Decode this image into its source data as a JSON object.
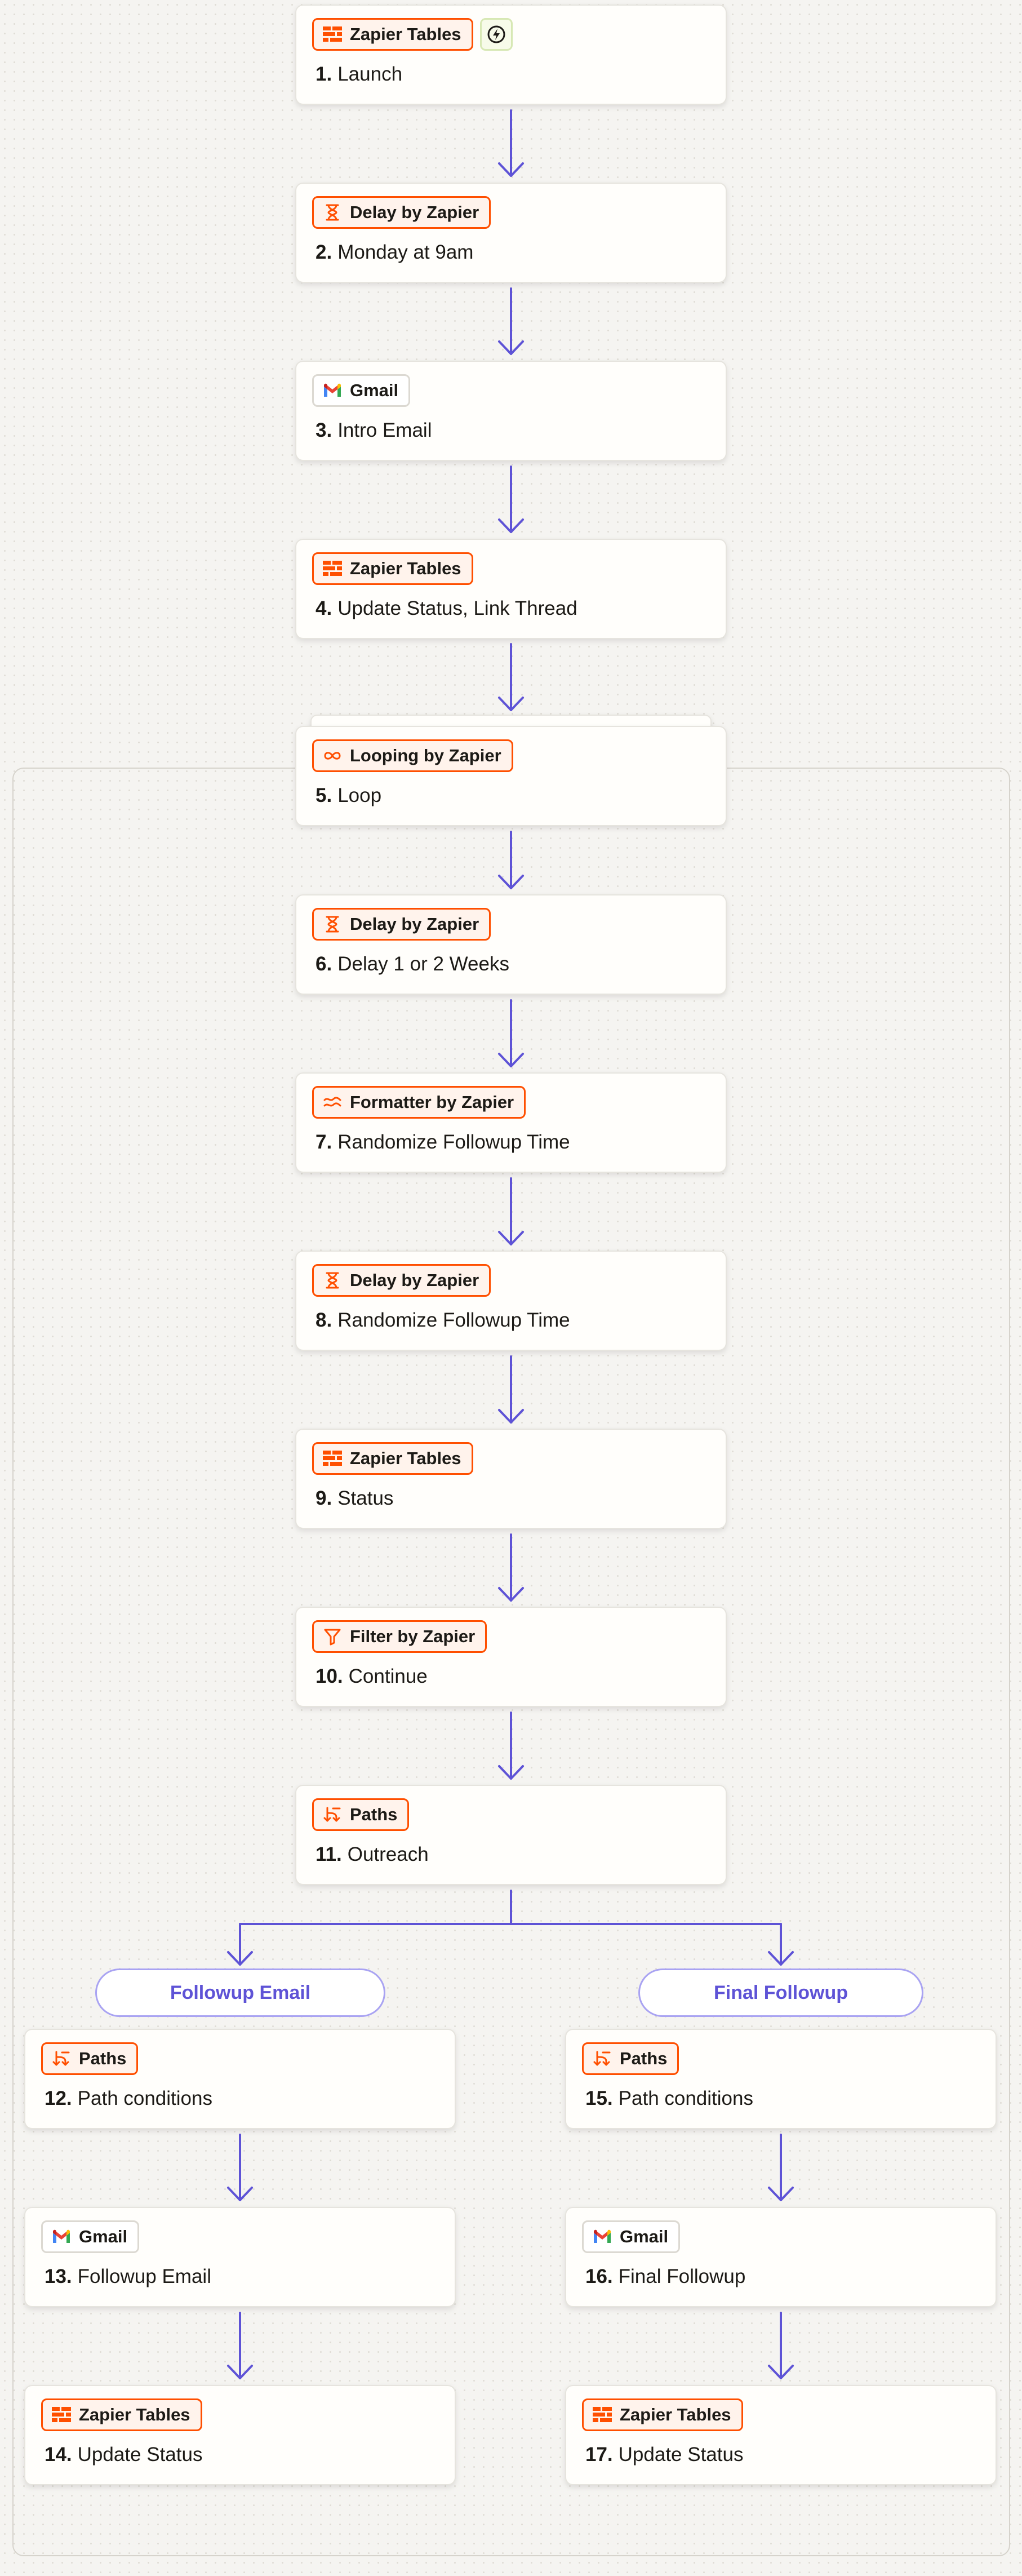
{
  "colors": {
    "accent_connector": "#5e53d6",
    "zapier_orange": "#ff4f00",
    "branch_border": "#a9a3f2",
    "trigger_green": "#d7e8b4"
  },
  "steps": [
    {
      "number": "1.",
      "app": "Zapier Tables",
      "title": "Launch",
      "icon": "tables-icon",
      "trigger_icon": "instant-trigger-icon"
    },
    {
      "number": "2.",
      "app": "Delay by Zapier",
      "title": "Monday at 9am",
      "icon": "hourglass-icon"
    },
    {
      "number": "3.",
      "app": "Gmail",
      "title": "Intro Email",
      "icon": "gmail-icon"
    },
    {
      "number": "4.",
      "app": "Zapier Tables",
      "title": "Update Status, Link Thread",
      "icon": "tables-icon"
    },
    {
      "number": "5.",
      "app": "Looping by Zapier",
      "title": "Loop",
      "icon": "loop-icon"
    },
    {
      "number": "6.",
      "app": "Delay by Zapier",
      "title": "Delay 1 or 2 Weeks",
      "icon": "hourglass-icon"
    },
    {
      "number": "7.",
      "app": "Formatter by Zapier",
      "title": "Randomize Followup Time",
      "icon": "formatter-icon"
    },
    {
      "number": "8.",
      "app": "Delay by Zapier",
      "title": "Randomize Followup Time",
      "icon": "hourglass-icon"
    },
    {
      "number": "9.",
      "app": "Zapier Tables",
      "title": "Status",
      "icon": "tables-icon"
    },
    {
      "number": "10.",
      "app": "Filter by Zapier",
      "title": "Continue",
      "icon": "filter-icon"
    },
    {
      "number": "11.",
      "app": "Paths",
      "title": "Outreach",
      "icon": "paths-icon"
    },
    {
      "number": "12.",
      "app": "Paths",
      "title": "Path conditions",
      "icon": "paths-icon"
    },
    {
      "number": "13.",
      "app": "Gmail",
      "title": "Followup Email",
      "icon": "gmail-icon"
    },
    {
      "number": "14.",
      "app": "Zapier Tables",
      "title": "Update Status",
      "icon": "tables-icon"
    },
    {
      "number": "15.",
      "app": "Paths",
      "title": "Path conditions",
      "icon": "paths-icon"
    },
    {
      "number": "16.",
      "app": "Gmail",
      "title": "Final Followup",
      "icon": "gmail-icon"
    },
    {
      "number": "17.",
      "app": "Zapier Tables",
      "title": "Update Status",
      "icon": "tables-icon"
    }
  ],
  "branches": [
    {
      "label": "Followup Email"
    },
    {
      "label": "Final Followup"
    }
  ]
}
